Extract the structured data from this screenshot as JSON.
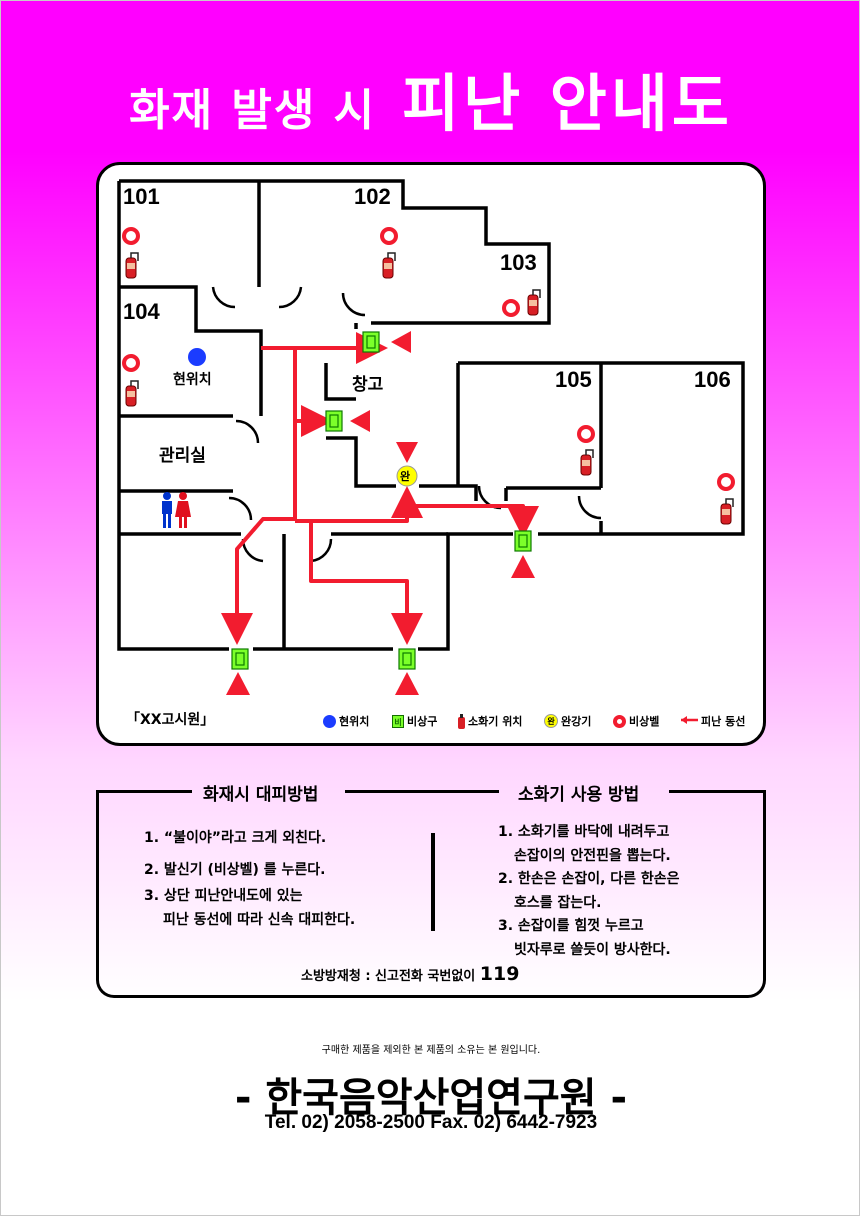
{
  "title": {
    "part1": "화재 발생 시",
    "part2": "피난 안내도"
  },
  "map": {
    "rooms": [
      {
        "id": "r101",
        "label": "101"
      },
      {
        "id": "r102",
        "label": "102"
      },
      {
        "id": "r103",
        "label": "103"
      },
      {
        "id": "r104",
        "label": "104"
      },
      {
        "id": "r105",
        "label": "105"
      },
      {
        "id": "r106",
        "label": "106"
      }
    ],
    "storage": "창고",
    "office": "관리실",
    "current_location": "현위치",
    "vent_mark": "완",
    "exit_mark": "비",
    "building_name": "「XX고시원」"
  },
  "legend": {
    "current": "현위치",
    "exit": "비상구",
    "extinguisher": "소화기 위치",
    "descender": "완강기",
    "bell": "비상벨",
    "route": "피난 동선"
  },
  "evacuation": {
    "heading": "화재시 대피방법",
    "steps": [
      "1. “불이야”라고 크게 외친다.",
      "2. 발신기 (비상벨) 를 누른다.",
      "3. 상단 피난안내도에 있는",
      "피난 동선에 따라 신속 대피한다."
    ]
  },
  "extinguisher_use": {
    "heading": "소화기 사용 방법",
    "steps": [
      "1. 소화기를 바닥에 내려두고",
      "손잡이의 안전핀을 뽑는다.",
      "2. 한손은 손잡이, 다른 한손은",
      "호스를 잡는다.",
      "3. 손잡이를 힘껏 누르고",
      "빗자루로 쓸듯이 방사한다."
    ]
  },
  "emergency": {
    "label": "소방방재청 : 신고전화 국번없이",
    "number": "119"
  },
  "footer": {
    "ownership": "구매한 제품을 제외한 본 제품의 소유는 본 원입니다.",
    "company": "- 한국음악산업연구원 -",
    "contact": "Tel. 02) 2058-2500 Fax. 02) 6442-7923"
  },
  "colors": {
    "header": "#ff00ff",
    "route": "#f21c2f",
    "exit": "#7cff2a",
    "current": "#1b3cff",
    "vent": "#ffff00"
  }
}
